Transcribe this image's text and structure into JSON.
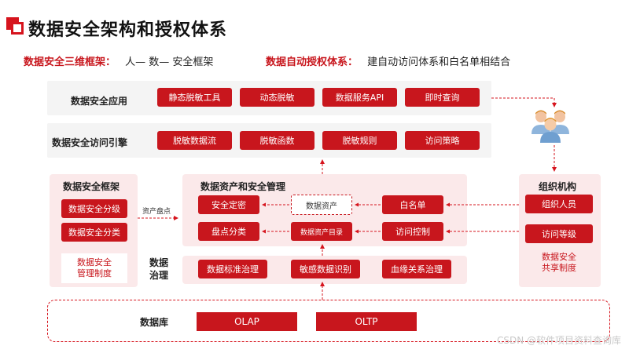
{
  "title": "数据安全架构和授权体系",
  "subtitle": {
    "left_label": "数据安全三维框架：",
    "left_value": "人— 数— 安全框架",
    "right_label": "数据自动授权体系：",
    "right_value": "建自动访问体系和白名单相结合"
  },
  "app_layer": {
    "label": "数据安全应用",
    "items": [
      "静态脱敏工具",
      "动态脱敏",
      "数据服务API",
      "即时查询"
    ]
  },
  "engine_layer": {
    "label": "数据安全访问引擎",
    "items": [
      "脱敏数据流",
      "脱敏函数",
      "脱敏规则",
      "访问策略"
    ]
  },
  "framework": {
    "label": "数据安全框架",
    "items": [
      "数据安全分级",
      "数据安全分类"
    ],
    "policy": "数据安全\n管理制度",
    "asset_inventory_label": "资产盘点"
  },
  "asset_mgmt": {
    "label": "数据资产和安全管理",
    "left": [
      "安全定密",
      "盘点分类"
    ],
    "center_top": "数据资产",
    "center_bottom": "数据资产目录",
    "right": [
      "白名单",
      "访问控制"
    ]
  },
  "governance": {
    "label": "数据\n治理",
    "items": [
      "数据标准治理",
      "敏感数据识别",
      "血缘关系治理"
    ]
  },
  "org": {
    "label": "组织机构",
    "items": [
      "组织人员",
      "访问等级"
    ],
    "policy": "数据安全\n共享制度"
  },
  "database": {
    "label": "数据库",
    "items": [
      "OLAP",
      "OLTP"
    ]
  },
  "watermark": "CSDN @软件项目资料查询库",
  "colors": {
    "accent": "#c8161d",
    "panel": "#f4f4f4",
    "panel_pink": "#fbe9ea"
  }
}
